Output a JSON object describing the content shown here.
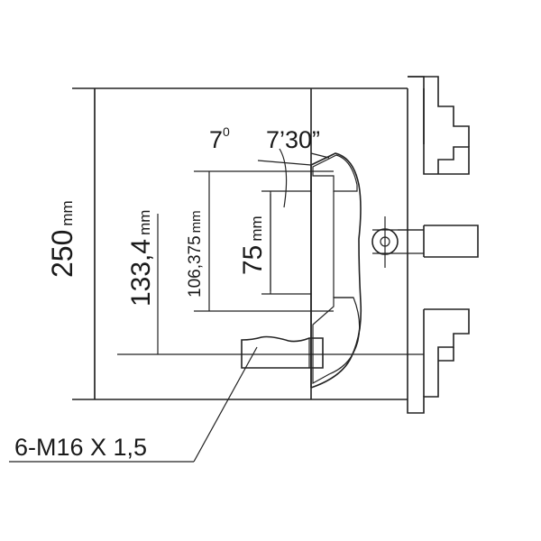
{
  "labels": {
    "overall_height": "250",
    "overall_height_unit": "mm",
    "dim_133": "133,4",
    "dim_133_unit": "mm",
    "dim_106": "106,375",
    "dim_106_unit": "mm",
    "dim_75": "75",
    "dim_75_unit": "mm",
    "angle_7": "7",
    "angle_7_sup": "0",
    "angle_730": "7’30”",
    "thread": "6-M16 X 1,5"
  },
  "colors": {
    "line": "#222222",
    "background": "#ffffff"
  }
}
